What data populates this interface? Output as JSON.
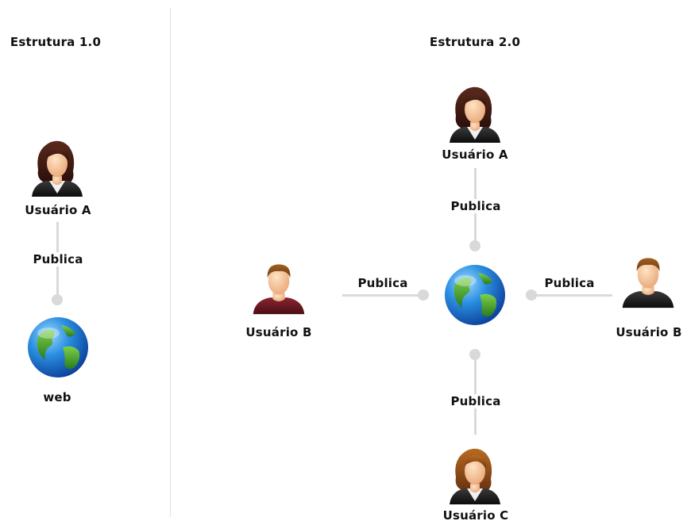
{
  "left": {
    "title": "Estrutura 1.0",
    "user_label": "Usuário A",
    "action_label": "Publica",
    "web_label": "web"
  },
  "right": {
    "title": "Estrutura 2.0",
    "top": {
      "user_label": "Usuário A",
      "action_label": "Publica"
    },
    "left": {
      "user_label": "Usuário B",
      "action_label": "Publica"
    },
    "right": {
      "user_label": "Usuário B",
      "action_label": "Publica"
    },
    "bottom": {
      "user_label": "Usuário C",
      "action_label": "Publica"
    }
  },
  "icons": {
    "user_a": "woman-user-icon",
    "user_b_left": "man-user-icon",
    "user_b_right": "man-user-icon",
    "user_c": "woman-user-icon",
    "web": "globe-icon"
  },
  "colors": {
    "connector": "#d9d9d9",
    "divider": "#e2e2e2",
    "hair_dark": "#3a1a12",
    "hair_light": "#8a4a14",
    "shirt_maroon": "#6b1a22",
    "shirt_black": "#1b1b1b",
    "skin": "#f5c9a0",
    "ocean": "#1a78d0",
    "land": "#3a9a2a"
  }
}
